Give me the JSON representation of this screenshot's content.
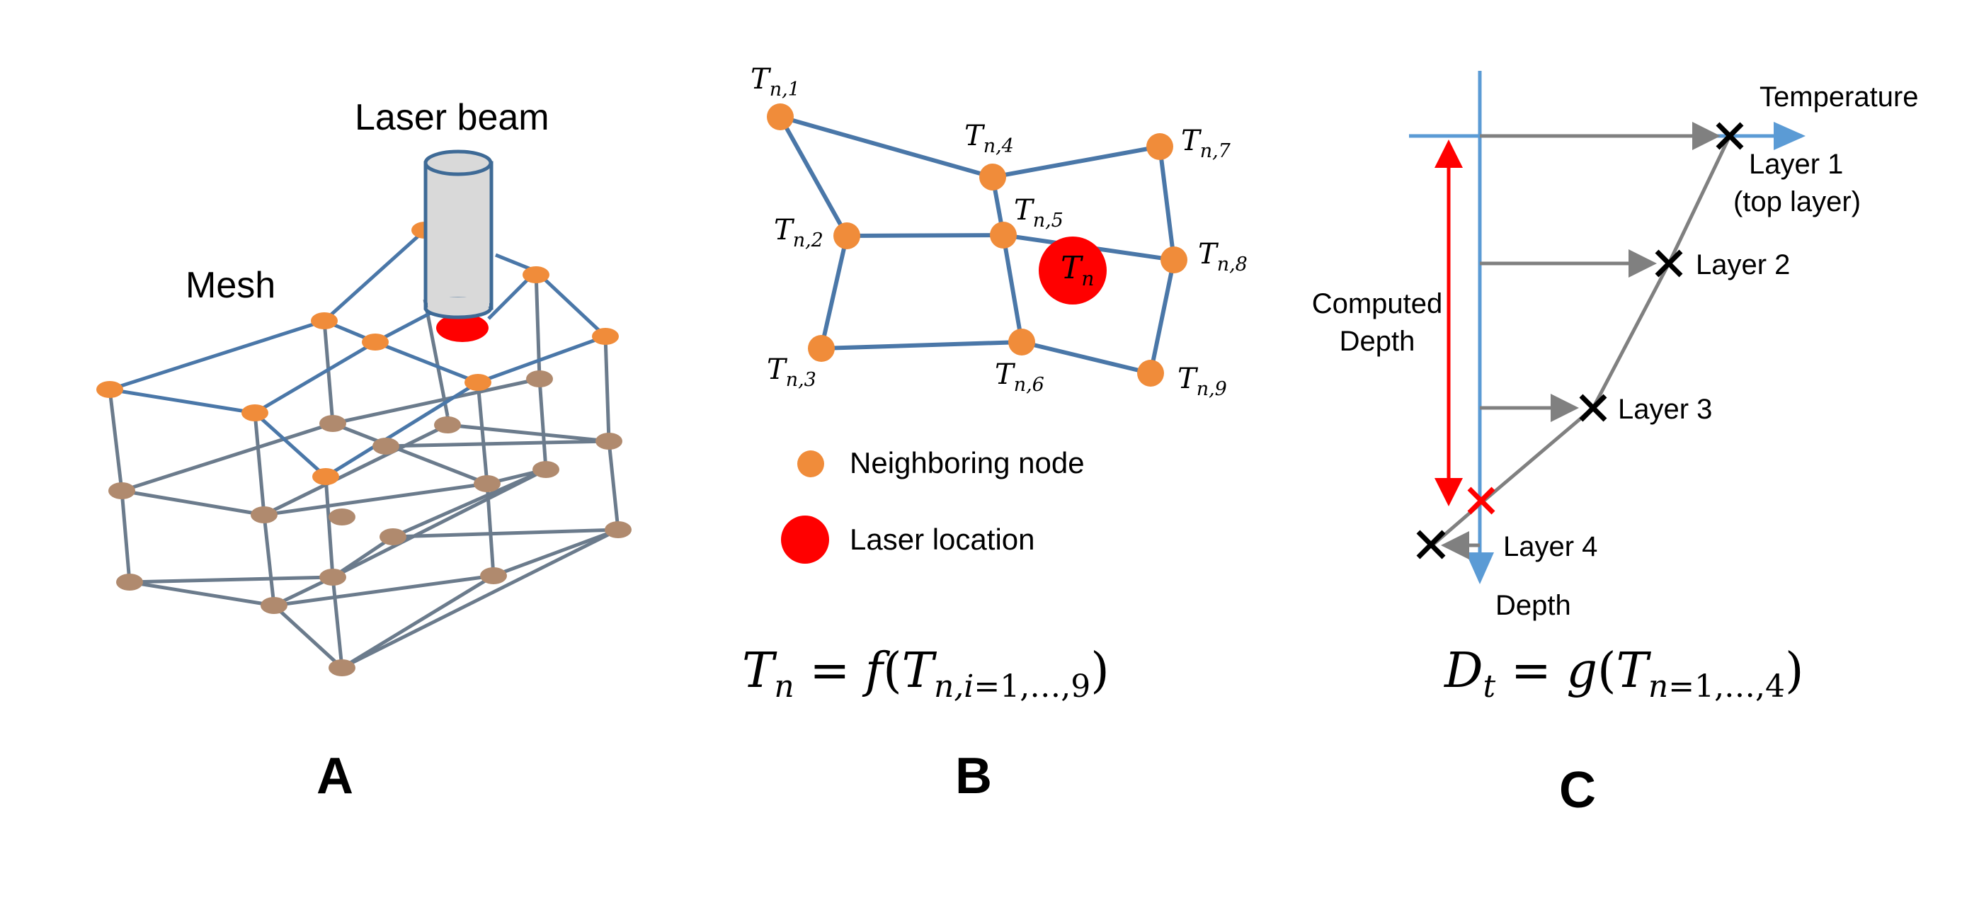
{
  "panel_a": {
    "label": "A",
    "mesh_label": "Mesh",
    "laser_label": "Laser beam"
  },
  "panel_b": {
    "label": "B",
    "center_node": "T_n",
    "nodes": [
      "T_n,1",
      "T_n,2",
      "T_n,3",
      "T_n,4",
      "T_n,5",
      "T_n,6",
      "T_n,7",
      "T_n,8",
      "T_n,9"
    ],
    "legend": {
      "neighbor": "Neighboring node",
      "laser": "Laser location"
    },
    "equation": "T_n = f(T_n,i=1,...,9)"
  },
  "panel_c": {
    "label": "C",
    "x_axis": "Temperature",
    "y_axis": "Depth",
    "computed_depth_line1": "Computed",
    "computed_depth_line2": "Depth",
    "layers": [
      {
        "name": "Layer 1",
        "sub": "(top layer)"
      },
      {
        "name": "Layer 2"
      },
      {
        "name": "Layer 3"
      },
      {
        "name": "Layer 4"
      }
    ],
    "equation": "D_t = g(T_n=1,...,4)"
  },
  "colors": {
    "mesh_edge_blue": "#4a77a8",
    "mesh_edge_gray": "#6b7b8c",
    "orange_node": "#f08c3a",
    "tan_node": "#b08a6e",
    "laser_red": "#ff0000",
    "axis_blue": "#5b9bd5",
    "arrow_gray": "#808080"
  }
}
